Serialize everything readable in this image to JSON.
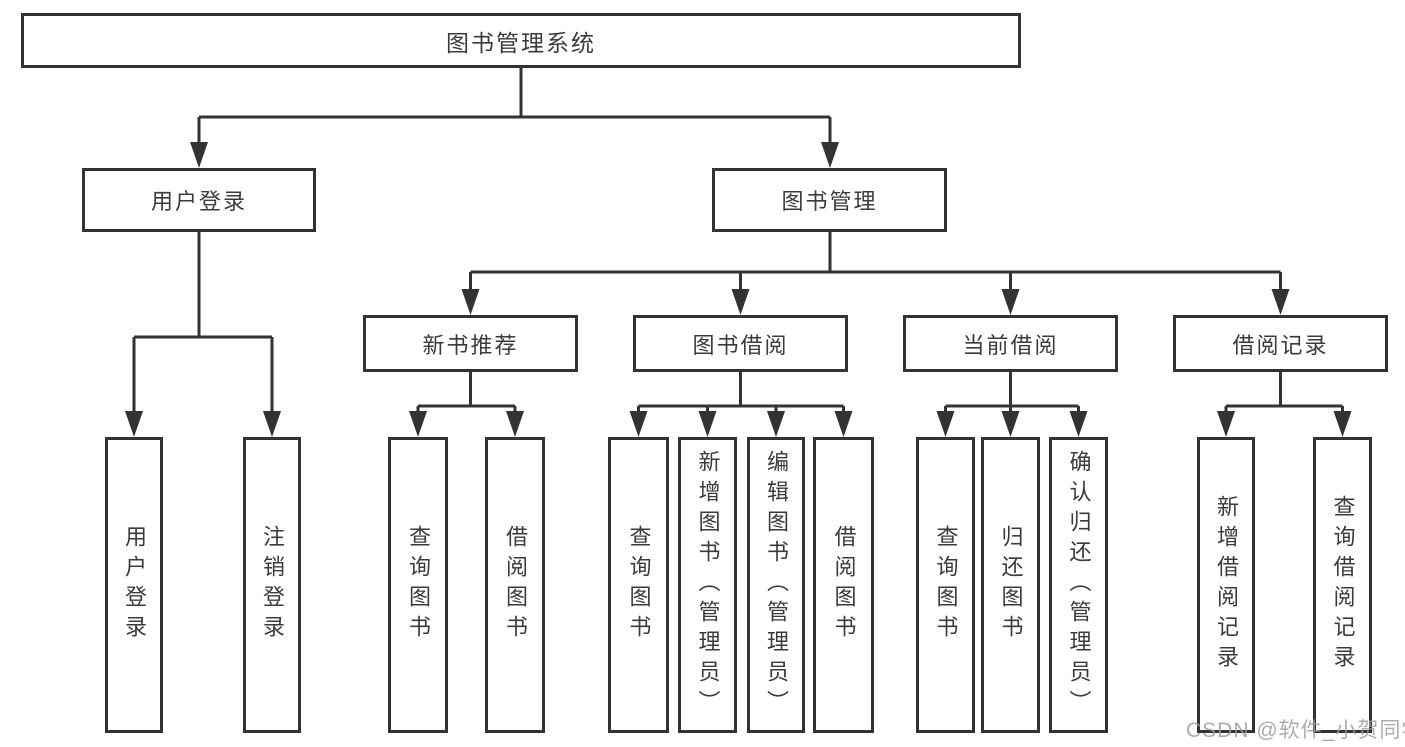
{
  "tree": {
    "root": "图书管理系统",
    "branches": [
      {
        "label": "用户登录",
        "children": [
          "用户登录",
          "注销登录"
        ]
      },
      {
        "label": "图书管理",
        "sections": [
          {
            "label": "新书推荐",
            "children": [
              "查询图书",
              "借阅图书"
            ]
          },
          {
            "label": "图书借阅",
            "children": [
              "查询图书",
              "新增图书（管理员）",
              "编辑图书（管理员）",
              "借阅图书"
            ]
          },
          {
            "label": "当前借阅",
            "children": [
              "查询图书",
              "归还图书",
              "确认归还（管理员）"
            ]
          },
          {
            "label": "借阅记录",
            "children": [
              "新增借阅记录",
              "查询借阅记录"
            ]
          }
        ]
      }
    ]
  },
  "watermark": "CSDN @软件_小贺同学",
  "colors": {
    "line": "#333333",
    "text": "#3b3b3b",
    "background": "#ffffff",
    "watermark": "#9e9e9e"
  }
}
